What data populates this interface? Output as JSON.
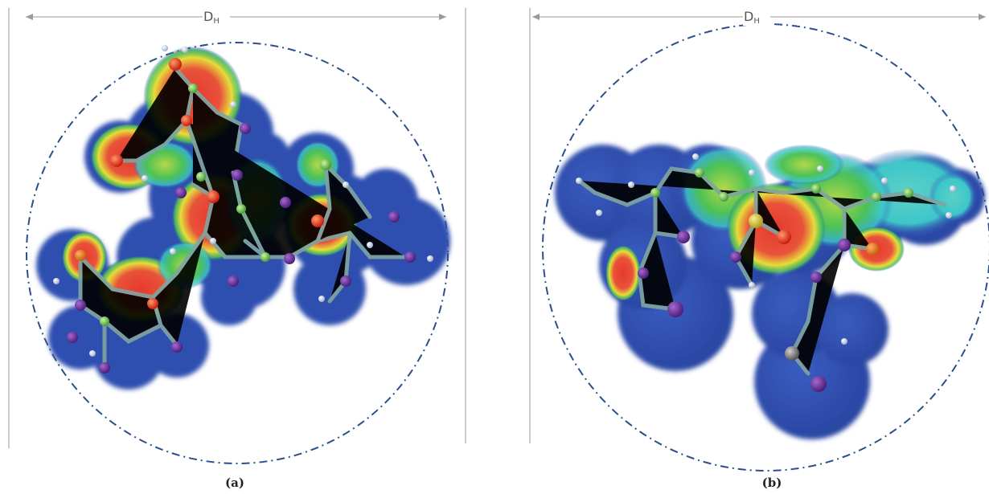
{
  "panels": [
    {
      "measure_label": "D",
      "measure_subscript": "H",
      "caption": "(a)"
    },
    {
      "measure_label": "D",
      "measure_subscript": "H",
      "caption": "(b)"
    }
  ],
  "colors": {
    "surface_blue": "#2d4fb0",
    "surface_cyan": "#3ec6c9",
    "surface_green": "#4cc255",
    "surface_yellow": "#e6dd3a",
    "surface_red": "#e63a2e",
    "circle_dash": "#2a4f8a",
    "guide_line": "#999999"
  }
}
